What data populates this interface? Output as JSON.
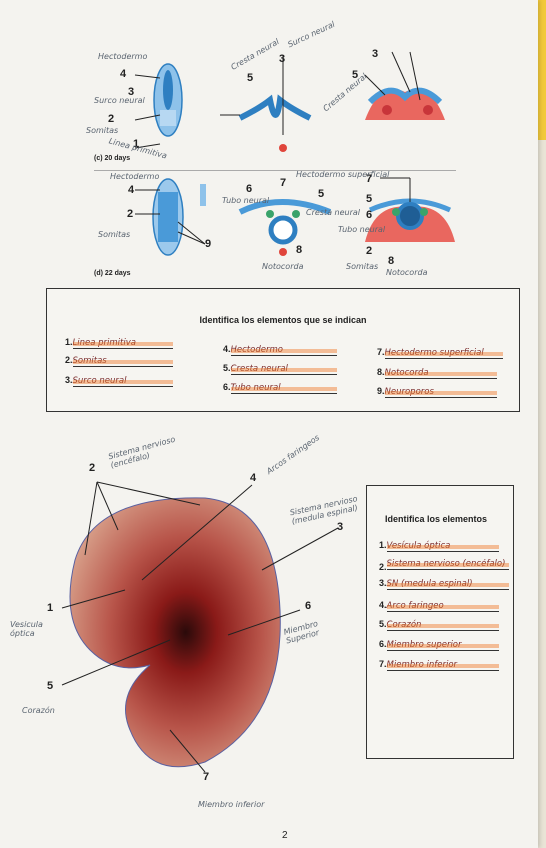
{
  "diagram_c": {
    "caption": "(c) 20 days",
    "labels": {
      "n4": "4",
      "n3": "3",
      "n2": "2",
      "n1": "1",
      "n5": "5",
      "n3b": "3",
      "n3c": "3",
      "n5b": "5"
    },
    "handwriting": {
      "hw1": "Hectodermo",
      "hw2": "Surco neural",
      "hw3": "Somitas",
      "hw4": "Linea primitiva",
      "hw5": "Cresta neural",
      "hw6": "Surco neural",
      "hw7": "Cresta neural"
    }
  },
  "diagram_d": {
    "caption": "(d) 22 days",
    "labels": {
      "n4": "4",
      "n2": "2",
      "n9": "9",
      "n6": "6",
      "n7": "7",
      "n5": "5",
      "n8": "8",
      "n7b": "7",
      "n5b": "5",
      "n6b": "6",
      "n2b": "2",
      "n8b": "8"
    },
    "handwriting": {
      "hw1": "Hectodermo",
      "hw2": "Somitas",
      "hw3": "Tubo neural",
      "hw4": "Hectodermo superficial",
      "hw5": "Cresta neural",
      "hw6": "Tubo neural",
      "hw7": "Notocorda",
      "hw8": "Somitas",
      "hw9": "Notocorda"
    }
  },
  "exercise1": {
    "title": "Identifica los elementos que se indican",
    "items": [
      {
        "n": "1.",
        "a": "Linea primitiva"
      },
      {
        "n": "2.",
        "a": "Somitas"
      },
      {
        "n": "3.",
        "a": "Surco neural"
      },
      {
        "n": "4.",
        "a": "Hectodermo"
      },
      {
        "n": "5.",
        "a": "Cresta neural"
      },
      {
        "n": "6.",
        "a": "Tubo neural"
      },
      {
        "n": "7.",
        "a": "Hectodermo superficial"
      },
      {
        "n": "8.",
        "a": "Notocorda"
      },
      {
        "n": "9.",
        "a": "Neuroporos"
      }
    ]
  },
  "embryo": {
    "labels": {
      "n1": "1",
      "n2": "2",
      "n3": "3",
      "n4": "4",
      "n5": "5",
      "n6": "6",
      "n7": "7"
    },
    "handwriting": {
      "vesicula": "Vesicula óptica",
      "sistema": "Sistema nervioso (encéfalo)",
      "arcos": "Arcos faringeos",
      "sistema2": "Sistema nervioso (medula espinal)",
      "miembro_sup": "Miembro Superior",
      "corazon": "Corazón",
      "miembro_inf": "Miembro inferior"
    }
  },
  "exercise2": {
    "title": "Identifica los elementos",
    "items": [
      {
        "n": "1.",
        "a": "Vesícula óptica"
      },
      {
        "n": "2.",
        "a": "Sistema nervioso (encéfalo)"
      },
      {
        "n": "3.",
        "a": "SN (medula espinal)"
      },
      {
        "n": "4.",
        "a": "Arco faringeo"
      },
      {
        "n": "5.",
        "a": "Corazón"
      },
      {
        "n": "6.",
        "a": "Miembro superior"
      },
      {
        "n": "7.",
        "a": "Miembro inferior"
      }
    ]
  },
  "page_number": "2",
  "colors": {
    "accent": "#4a9ad8",
    "tissue": "#d9585a",
    "paper": "#f4f3ef",
    "highlight": "#f07828"
  }
}
